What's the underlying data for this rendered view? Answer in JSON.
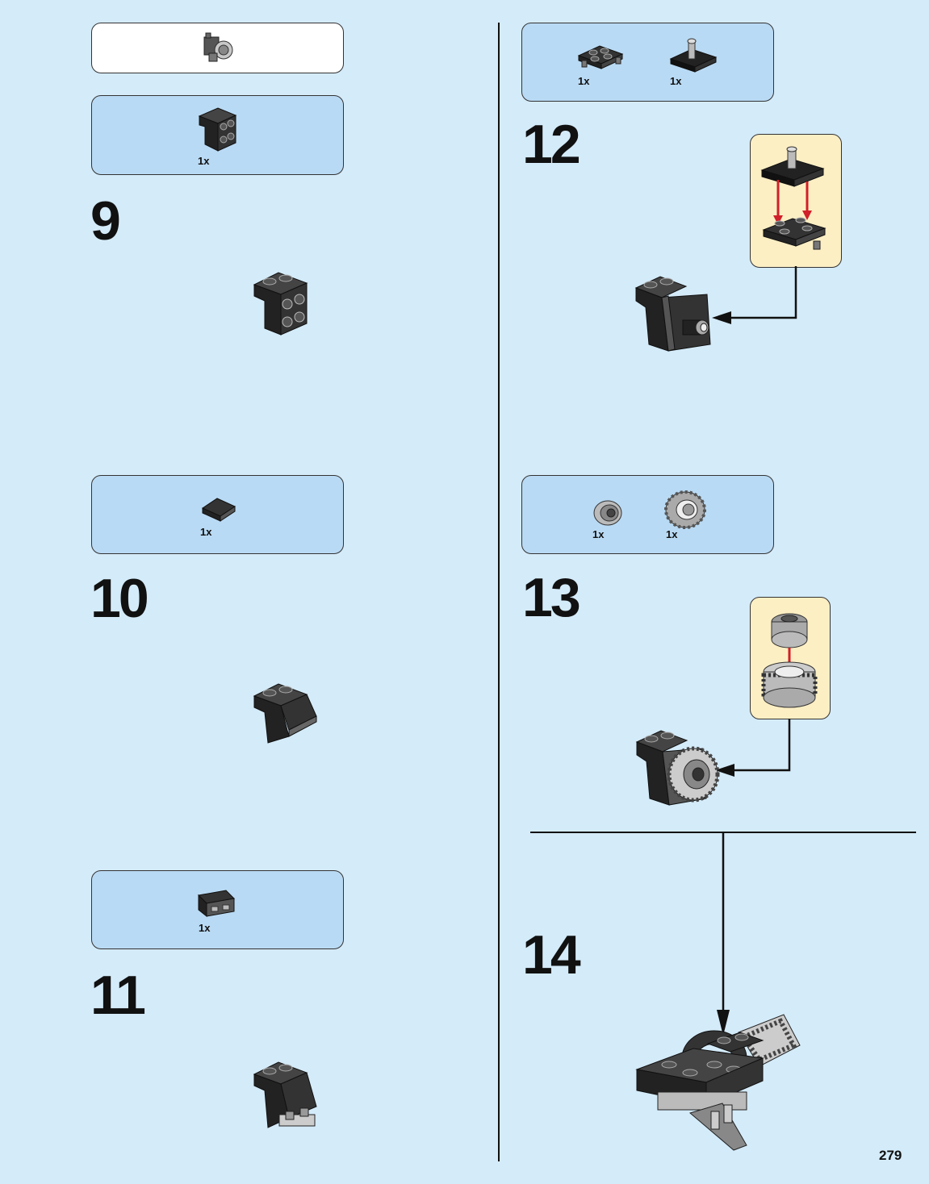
{
  "page_number": "279",
  "steps": [
    {
      "number": "9",
      "parts": [
        {
          "name": "bracket-2x2",
          "qty": "1x"
        }
      ]
    },
    {
      "number": "10",
      "parts": [
        {
          "name": "slope-1x2",
          "qty": "1x"
        }
      ]
    },
    {
      "number": "11",
      "parts": [
        {
          "name": "bracket-with-pins",
          "qty": "1x"
        }
      ]
    },
    {
      "number": "12",
      "parts": [
        {
          "name": "plate-2x2-with-pins",
          "qty": "1x"
        },
        {
          "name": "turntable-plate",
          "qty": "1x"
        }
      ]
    },
    {
      "number": "13",
      "parts": [
        {
          "name": "wheel-hub",
          "qty": "1x"
        },
        {
          "name": "tire",
          "qty": "1x"
        }
      ]
    },
    {
      "number": "14",
      "parts": []
    }
  ],
  "colors": {
    "background": "#d4ebf9",
    "parts_box": "#b9daf4",
    "subassembly_box": "#fdefc4",
    "arrow_red": "#d0202a"
  }
}
